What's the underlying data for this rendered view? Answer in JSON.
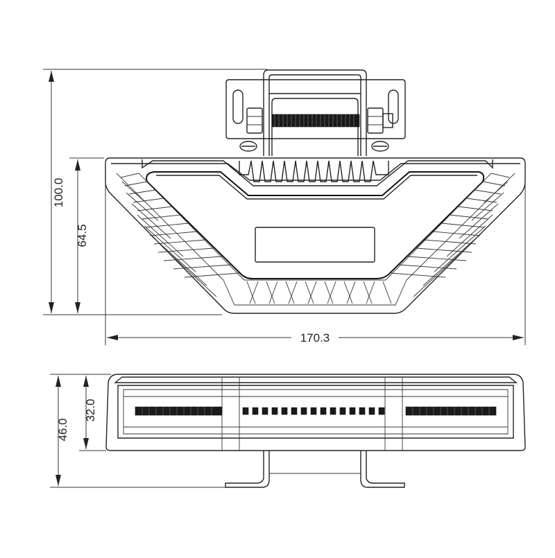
{
  "dimensions": {
    "overall_height": "100.0",
    "body_height": "64.5",
    "overall_width": "170.3",
    "side_overall_height": "46.0",
    "side_body_height": "32.0"
  },
  "views": [
    "top-view",
    "side-view"
  ],
  "colors": {
    "line": "#222222",
    "background": "#ffffff"
  }
}
